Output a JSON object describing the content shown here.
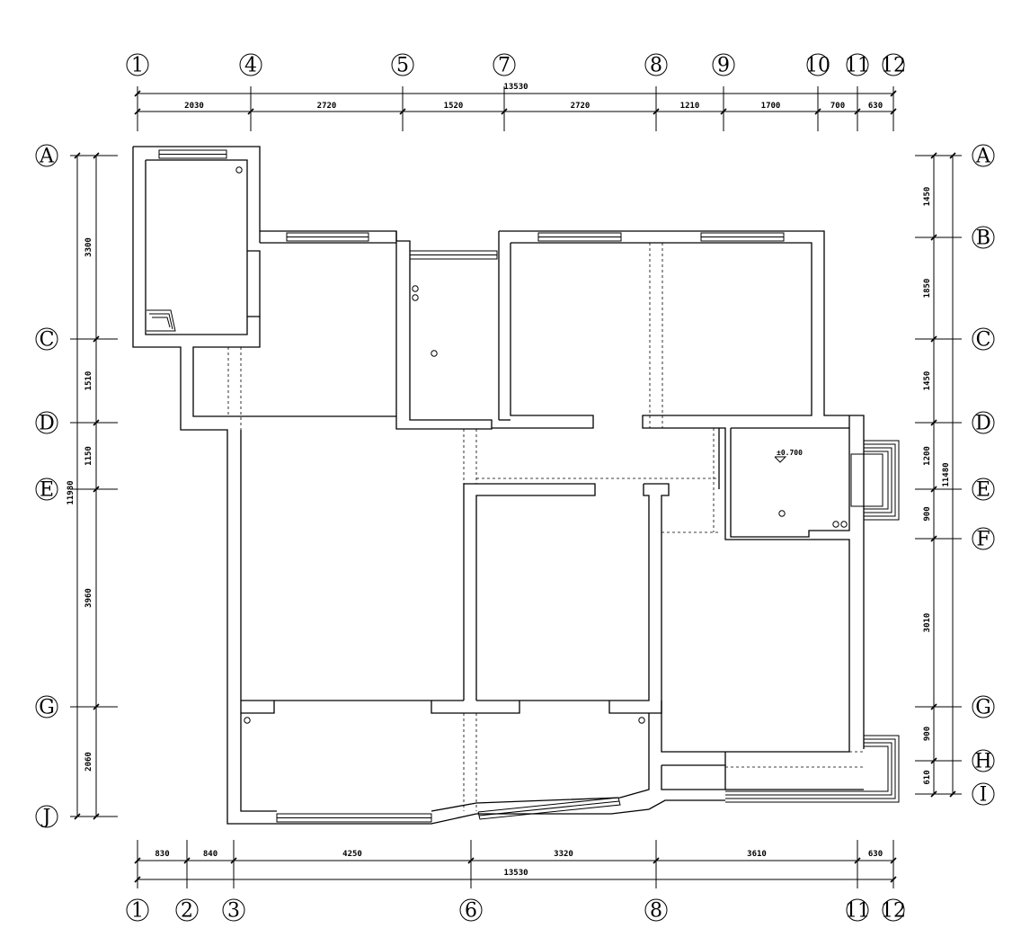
{
  "colors": {
    "line": "#000000",
    "background": "#ffffff"
  },
  "top_axes": [
    "1",
    "4",
    "5",
    "7",
    "8",
    "9",
    "10",
    "11",
    "12"
  ],
  "bottom_axes": [
    "1",
    "2",
    "3",
    "6",
    "8",
    "11",
    "12"
  ],
  "left_axes": [
    "A",
    "C",
    "D",
    "E",
    "G",
    "J"
  ],
  "right_axes": [
    "A",
    "B",
    "C",
    "D",
    "E",
    "F",
    "G",
    "H",
    "I"
  ],
  "top_dims": [
    "2030",
    "2720",
    "1520",
    "2720",
    "1210",
    "1700",
    "700",
    "630"
  ],
  "top_total": "13530",
  "bottom_dims": [
    "830",
    "840",
    "4250",
    "3320",
    "3610",
    "630"
  ],
  "bottom_total": "13530",
  "left_dims": [
    "3300",
    "1510",
    "1150",
    "3960",
    "2060"
  ],
  "left_total": "11980",
  "right_dims": [
    "1450",
    "1850",
    "1450",
    "1200",
    "900",
    "3010",
    "900",
    "610"
  ],
  "right_total": "11480",
  "level_label": "±0.700"
}
